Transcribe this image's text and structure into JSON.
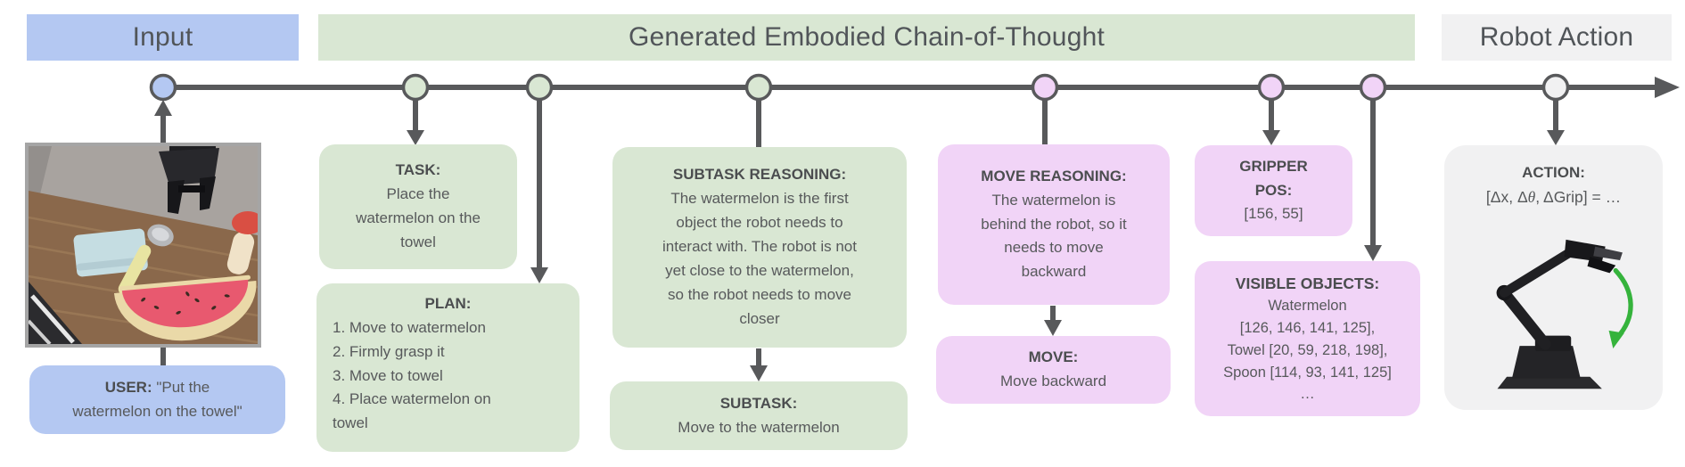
{
  "colors": {
    "blue": "#b4c8f2",
    "green": "#d9e7d3",
    "pink": "#f1d4f7",
    "graybox": "#f1f1f2",
    "line": "#58595b",
    "arrowgreen": "#35b33c"
  },
  "headers": {
    "input": "Input",
    "cot": "Generated Embodied Chain-of-Thought",
    "action": "Robot Action"
  },
  "user_box": {
    "label": "USER:",
    "text": " \"Put the\nwatermelon on the towel\""
  },
  "task": {
    "title": "TASK:",
    "body": "Place the\nwatermelon on the\ntowel"
  },
  "plan": {
    "title": "PLAN:",
    "items": "1. Move to watermelon\n2. Firmly grasp it\n3. Move to towel\n4. Place watermelon on\ntowel"
  },
  "subtask_reasoning": {
    "title": "SUBTASK REASONING:",
    "body": "The watermelon is the first\nobject the robot needs to\ninteract with. The robot is not\nyet close to the watermelon,\nso the robot needs to move\ncloser"
  },
  "subtask": {
    "title": "SUBTASK:",
    "body": "Move to the watermelon"
  },
  "move_reasoning": {
    "title": "MOVE REASONING:",
    "body": "The watermelon is\nbehind the robot, so it\nneeds to move\nbackward"
  },
  "move": {
    "title": "MOVE:",
    "body": "Move backward"
  },
  "gripper_pos": {
    "title": "GRIPPER\nPOS:",
    "value": "[156, 55]"
  },
  "visible_objects": {
    "title": "VISIBLE OBJECTS:",
    "lines": [
      "Watermelon",
      "[126, 146, 141, 125],",
      "Towel [20, 59, 218, 198],",
      "Spoon [114, 93, 141, 125]",
      "…"
    ]
  },
  "action": {
    "title": "ACTION:",
    "formula_pre": "[Δx, Δ",
    "formula_theta": "θ",
    "formula_post": ", ΔGrip] = …"
  }
}
